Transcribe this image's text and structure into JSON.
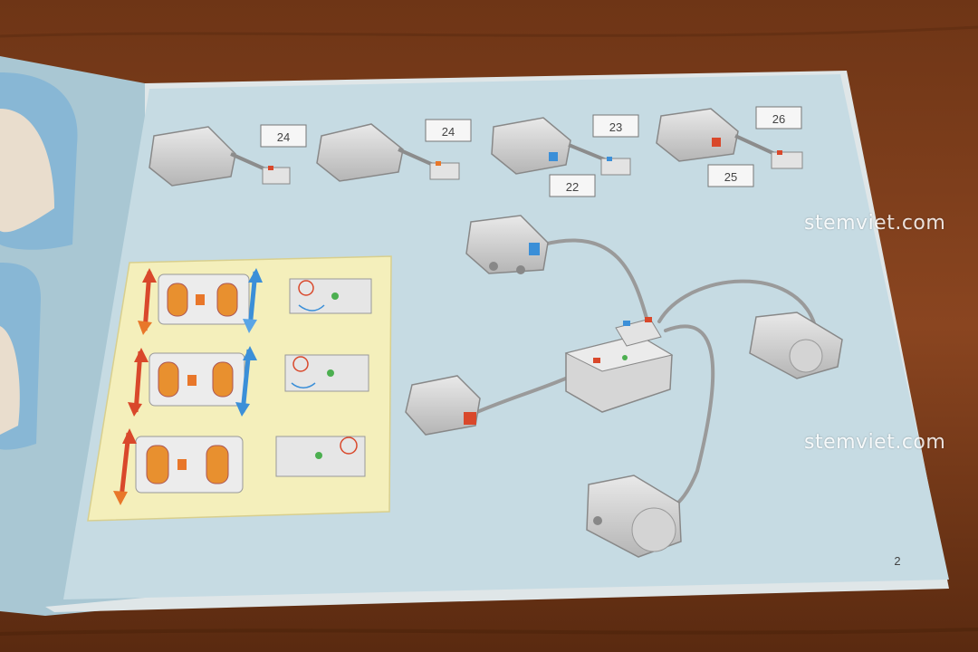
{
  "photo": {
    "subject": "instruction booklet",
    "colors": {
      "table": "#7a3c1c",
      "table_dark": "#4e230e",
      "page": "#c6dbe3",
      "page_left": "#a9c7d3",
      "panel": "#f4efbb",
      "grey_part": "#cfcfcf",
      "cable": "#9a9a9a",
      "orange": "#e8772a",
      "red": "#d9482b",
      "blue": "#3b8fd8"
    }
  },
  "top_parts": [
    {
      "label": "24"
    },
    {
      "label": "24"
    },
    {
      "label": "23",
      "label2": "22"
    },
    {
      "label": "26",
      "label2": "25"
    }
  ],
  "page_number": "2",
  "watermarks": [
    "stemviet.com",
    "stemviet.com"
  ]
}
